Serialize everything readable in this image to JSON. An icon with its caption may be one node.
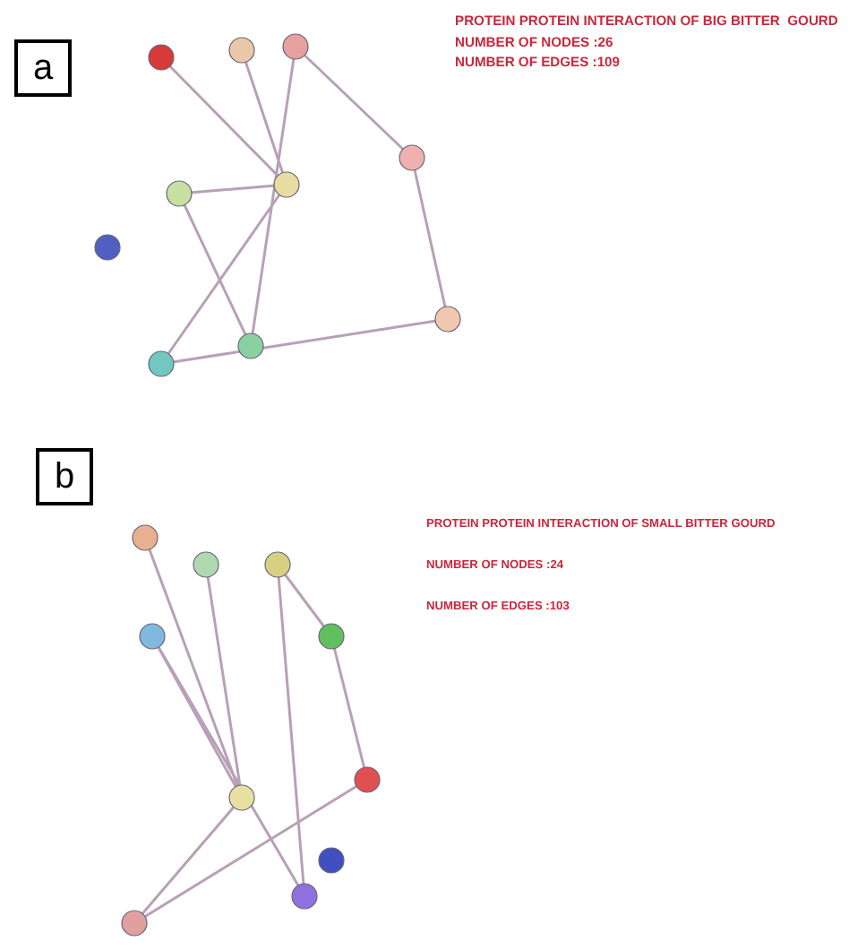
{
  "diagram": {
    "nodes": [
      {
        "text": [
          "a"
        ]
      },
      {
        "text": [
          "b"
        ]
      }
    ],
    "labels": [
      "PROTEIN PROTEIN INTERACTION OF BIG BITTER  GOURD",
      "NUMBER OF NODES :26",
      "NUMBER OF EDGES :109",
      "PROTEIN PROTEIN INTERACTION OF SMALL BITTER GOURD",
      "NUMBER OF NODES :24",
      "NUMBER OF EDGES :103"
    ]
  }
}
